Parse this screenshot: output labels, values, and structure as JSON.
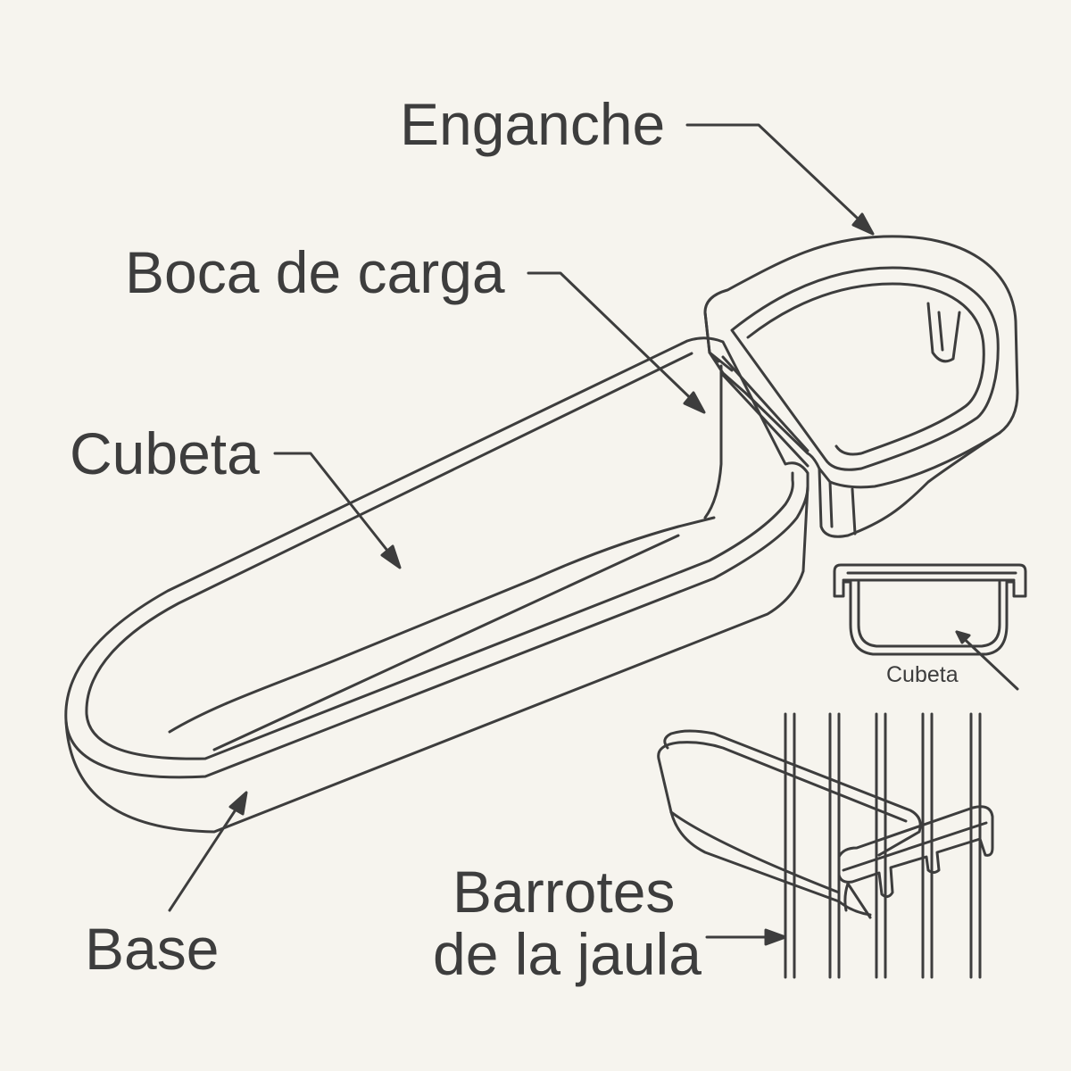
{
  "colors": {
    "background": "#f6f4ee",
    "line": "#3d3d3d"
  },
  "labels": {
    "enganche": "Enganche",
    "boca_de_carga": "Boca de carga",
    "cubeta": "Cubeta",
    "base": "Base",
    "barrotes_line1": "Barrotes",
    "barrotes_line2": "de la jaula",
    "inset_cubeta": "Cubeta"
  }
}
